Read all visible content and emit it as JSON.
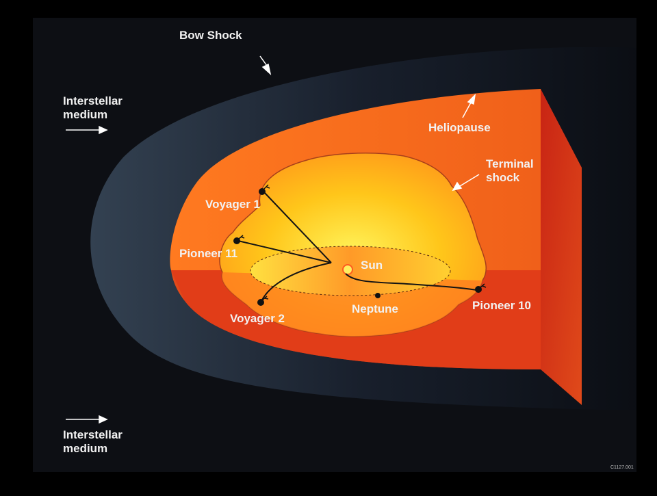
{
  "labels": {
    "bow_shock": "Bow Shock",
    "interstellar_top": "Interstellar\nmedium",
    "interstellar_bottom": "Interstellar\nmedium",
    "heliopause": "Heliopause",
    "terminal_shock": "Terminal\nshock",
    "voyager1": "Voyager 1",
    "pioneer11": "Pioneer 11",
    "sun": "Sun",
    "voyager2": "Voyager 2",
    "neptune": "Neptune",
    "pioneer10": "Pioneer 10",
    "figure_code": "C1127.001"
  },
  "colors": {
    "background": "#000000",
    "panel": "#0d0f14",
    "outer_heliosphere": "#f26a1a",
    "cut_face": "#d8321a",
    "inner_region": "#ffd21e",
    "label_text": "#f2f2f2"
  }
}
